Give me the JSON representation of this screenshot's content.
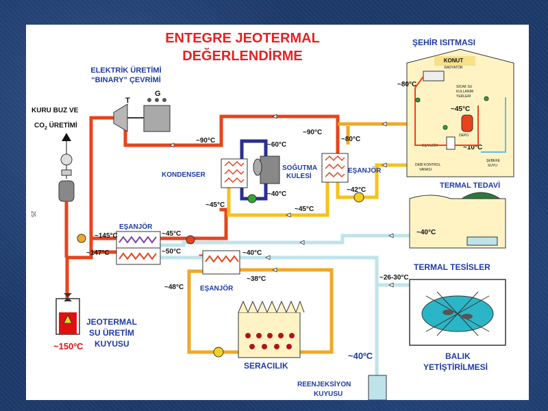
{
  "title": {
    "line1": "ENTEGRE JEOTERMAL",
    "line2": "DEĞERLENDİRME"
  },
  "page_number": "25",
  "electricity": {
    "line1": "ELEKTRİK ÜRETİMİ",
    "line2": "“BINARY” ÇEVRİMİ",
    "turbine": "T",
    "generator": "G"
  },
  "dry_ice": {
    "line1": "KURU BUZ VE",
    "line2": "CO",
    "line2_sub": "2",
    "line2_end": " ÜRETİMİ"
  },
  "condenser": {
    "label": "KONDENSER"
  },
  "cooling_tower": {
    "line1": "SOĞUTMA",
    "line2": "KULESİ"
  },
  "exchanger_label": "EŞANJÖR",
  "city_heating": {
    "title": "ŞEHİR ISITMASI",
    "house": "KONUT",
    "radiator": "RADYATÖR",
    "hot_water": [
      "SICAK SU",
      "KULLANIM",
      "YERLERİ"
    ],
    "tank": "DEPO",
    "exchanger": "EŞANJÖR",
    "flow_valve": [
      "DEBİ KONTROL",
      "VANASI"
    ],
    "network": [
      "ŞEBEKE",
      "SUYU"
    ],
    "temp_80": "~80°C",
    "temp_45": "~45°C",
    "temp_10": "~10°C"
  },
  "thermal_treatment": {
    "title": "TERMAL TEDAVİ",
    "temp": "~40°C"
  },
  "thermal_facilities": {
    "title": "TERMAL TESİSLER",
    "temp": "~26-30°C"
  },
  "fish": {
    "line1": "BALIK",
    "line2": "YETİŞTİRİLMESİ"
  },
  "greenhouse": {
    "label": "SERACILIK"
  },
  "well": {
    "line1": "JEOTERMAL",
    "line2": "SU ÜRETİM",
    "line3": "KUYUSU",
    "temp": "~150ºC"
  },
  "reinjection": {
    "line1": "REENJEKSİYON",
    "line2": "KUYUSU",
    "temp": "~40ºC"
  },
  "temps": {
    "t90_top": "~90°C",
    "t90_cond": "~90°C",
    "t80": "~80°C",
    "t60": "~60°C",
    "t40_tower": "~40°C",
    "t45_left": "~45°C",
    "t45_bottom": "~45°C",
    "t42": "~42°C",
    "t145": "~145°C",
    "t147": "~147°C",
    "t45_ex": "~45°C",
    "t50": "~50°C",
    "t40_mid": "~40°C",
    "t38": "~38°C",
    "t48": "~48°C"
  },
  "colors": {
    "hot_pipe": "#e8431c",
    "warm_pipe": "#f0a828",
    "return_pipe": "#f6c21c",
    "cool_pipe": "#bfe3ea",
    "title_red": "#e32222",
    "label_blue": "#1d3aa6"
  }
}
